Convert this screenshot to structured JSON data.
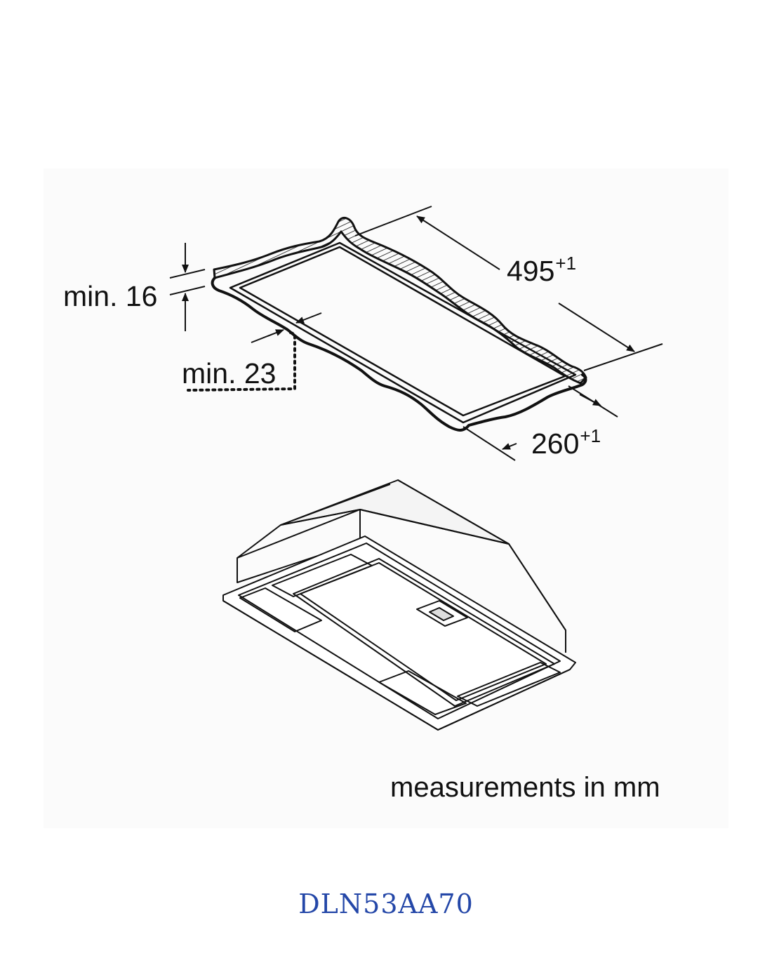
{
  "cutout": {
    "depth_label": "min. 16",
    "edge_label": "min. 23",
    "length_value": "495",
    "length_tolerance": "+1",
    "width_value": "260",
    "width_tolerance": "+1"
  },
  "units_note": "measurements in mm",
  "model": "DLN53AA70",
  "colors": {
    "line": "#111111",
    "model_text": "#2447a8",
    "panel": "#fbfbfb"
  }
}
